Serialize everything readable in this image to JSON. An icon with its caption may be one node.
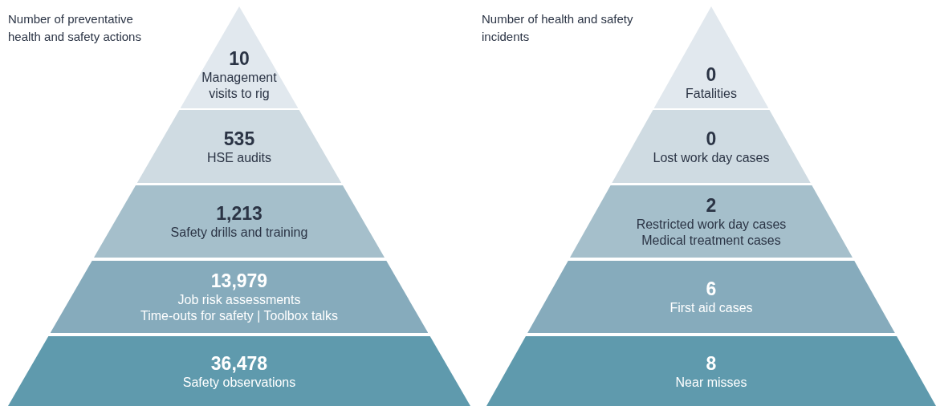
{
  "diagram": {
    "nodes": [
      {
        "text": [
          "Number of preventative health and safety actions"
        ]
      },
      {
        "text": [
          "10",
          "Management visits to rig"
        ],
        "in": 0
      },
      {
        "text": [
          "535",
          "HSE audits"
        ],
        "in": 0
      },
      {
        "text": [
          "1,213",
          "Safety drills and training"
        ],
        "in": 0
      },
      {
        "text": [
          "13,979",
          "Job risk assessments",
          "Time-outs for safety | Toolbox talks"
        ],
        "in": 0
      },
      {
        "text": [
          "36,478",
          "Safety observations"
        ],
        "in": 0
      },
      {
        "text": [
          "Number of health and safety incidents"
        ]
      },
      {
        "text": [
          "0",
          "Fatalities"
        ],
        "in": 6
      },
      {
        "text": [
          "0",
          "Lost work day cases"
        ],
        "in": 6
      },
      {
        "text": [
          "2",
          "Restricted work day cases",
          "Medical treatment cases"
        ],
        "in": 6
      },
      {
        "text": [
          "6",
          "First aid cases"
        ],
        "in": 6
      },
      {
        "text": [
          "8",
          "Near misses"
        ],
        "in": 6
      }
    ]
  }
}
